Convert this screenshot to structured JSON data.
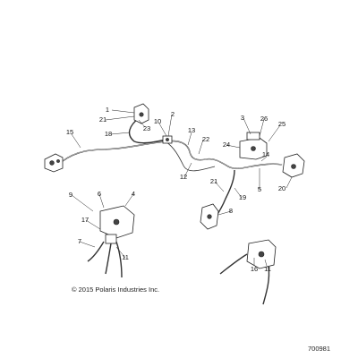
{
  "diagram": {
    "callouts": {
      "c1": "1",
      "c21a": "21",
      "c23": "23",
      "c18": "18",
      "c15": "15",
      "c10": "10",
      "c2": "2",
      "c13": "13",
      "c22": "22",
      "c12": "12",
      "c3": "3",
      "c26": "26",
      "c25": "25",
      "c24": "24",
      "c14": "14",
      "c5": "5",
      "c20": "20",
      "c21b": "21",
      "c19": "19",
      "c8": "8",
      "c9": "9",
      "c6": "6",
      "c4": "4",
      "c17": "17",
      "c7": "7",
      "c11a": "11",
      "c16": "16",
      "c11b": "11"
    },
    "copyright": "© 2015 Polaris Industries Inc.",
    "figure_id": "700981"
  }
}
